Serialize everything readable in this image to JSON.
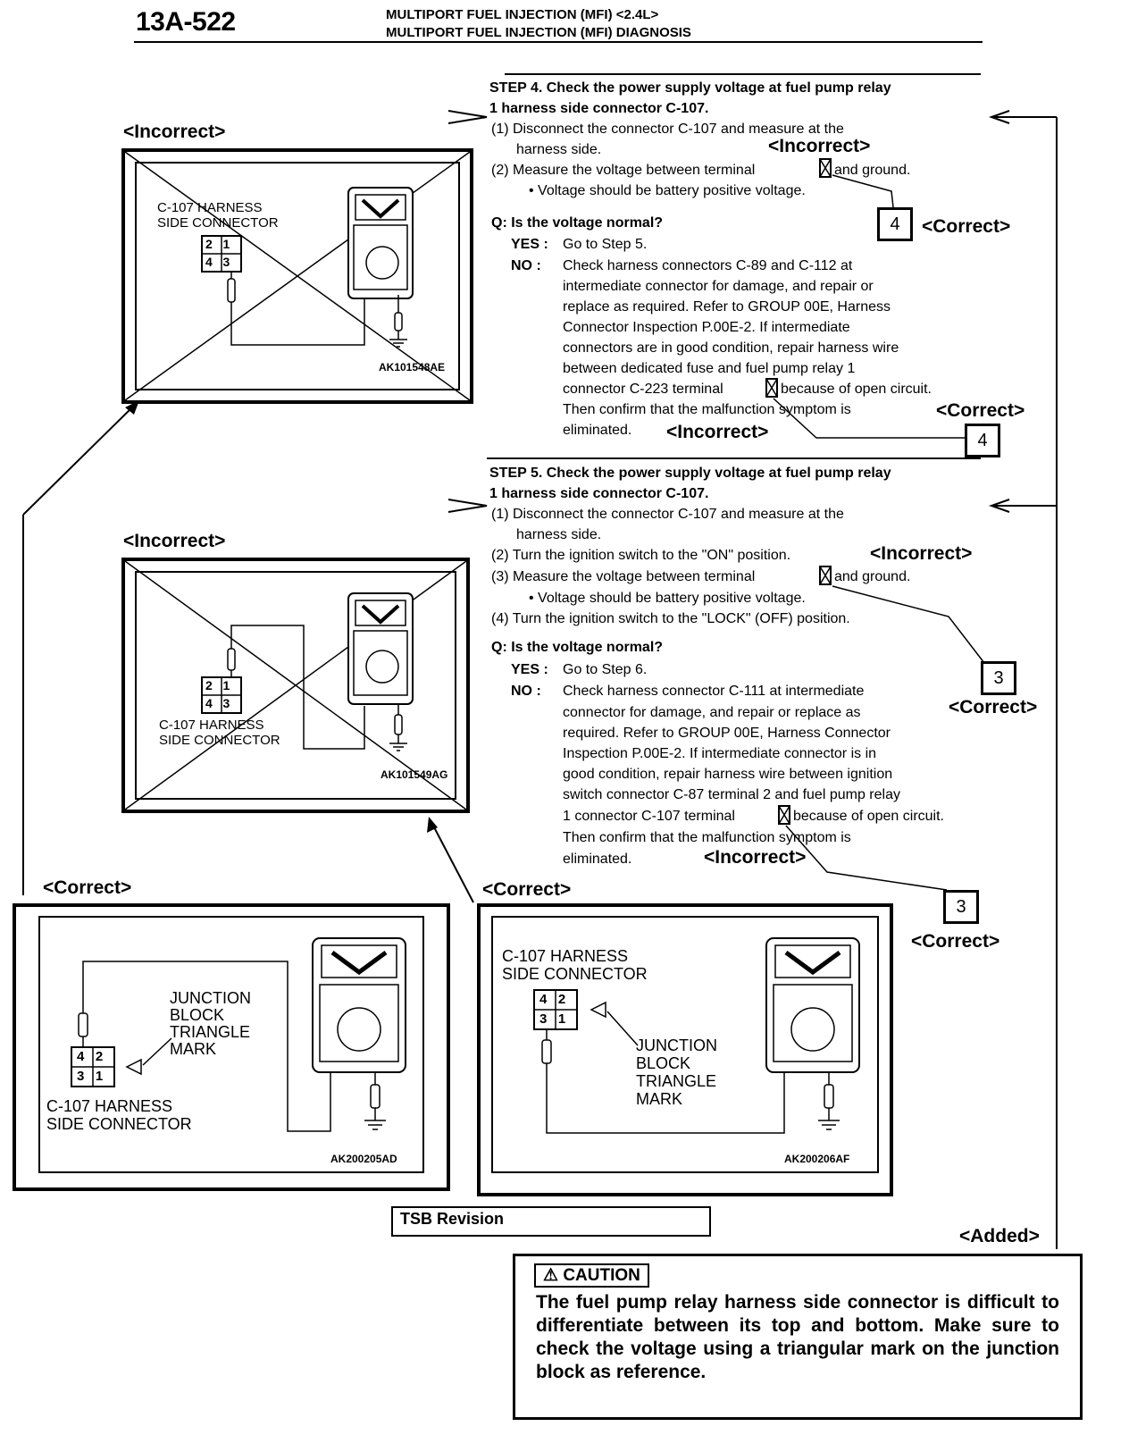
{
  "header": {
    "page_number": "13A-522",
    "line1": "MULTIPORT FUEL INJECTION (MFI) <2.4L>",
    "line2": "MULTIPORT FUEL INJECTION (MFI) DIAGNOSIS"
  },
  "tags": {
    "incorrect": "<Incorrect>",
    "correct": "<Correct>",
    "added": "<Added>"
  },
  "step4": {
    "title_line1": "STEP 4. Check the power supply voltage at fuel pump relay",
    "title_line2": "1 harness side connector C-107.",
    "item1_line1": "(1) Disconnect the connector C-107 and measure at the",
    "item1_line2": "harness side.",
    "item2": "(2) Measure the voltage between terminal",
    "item2_end": "and ground.",
    "bullet": "•  Voltage should be battery positive voltage.",
    "question": "Q: Is the voltage normal?",
    "yes_label": "YES :",
    "yes_text": "Go to Step 5.",
    "no_label": "NO :",
    "no_lines": [
      "Check harness connectors C-89 and C-112 at",
      "intermediate connector for damage, and repair or",
      "replace as required. Refer to GROUP 00E, Harness",
      "Connector Inspection P.00E-2. If intermediate",
      "connectors are in good condition, repair harness wire",
      "between dedicated fuse and fuel pump relay 1",
      "connector C-223 terminal",
      "Then confirm that the malfunction symptom is",
      "eliminated."
    ],
    "no_line7_end": "because of open circuit.",
    "correct_terminal": "4"
  },
  "step5": {
    "title_line1": "STEP 5. Check the power supply voltage at fuel pump relay",
    "title_line2": "1 harness side connector C-107.",
    "item1_line1": "(1) Disconnect the connector C-107 and measure at the",
    "item1_line2": "harness side.",
    "item2": "(2) Turn the ignition switch to the \"ON\" position.",
    "item3": "(3) Measure the voltage between terminal",
    "item3_end": "and ground.",
    "bullet": "•  Voltage should be battery positive voltage.",
    "item4": "(4) Turn the ignition switch to the \"LOCK\" (OFF) position.",
    "question": "Q: Is the voltage normal?",
    "yes_label": "YES :",
    "yes_text": "Go to Step 6.",
    "no_label": "NO :",
    "no_lines": [
      "Check harness connector C-111 at intermediate",
      "connector for damage, and repair or replace as",
      "required. Refer to GROUP 00E, Harness Connector",
      "Inspection P.00E-2. If intermediate connector is in",
      "good condition, repair harness wire between ignition",
      "switch connector C-87 terminal 2 and fuel pump relay",
      "1 connector C-107 terminal",
      "Then confirm that the malfunction symptom is",
      "eliminated."
    ],
    "no_line7_end": "because of open circuit.",
    "correct_terminal": "3"
  },
  "figures": {
    "fig1": {
      "label1": "C-107 HARNESS",
      "label2": "SIDE CONNECTOR",
      "code": "AK101548AE",
      "pins": [
        "2",
        "1",
        "4",
        "3"
      ]
    },
    "fig2": {
      "label1": "C-107 HARNESS",
      "label2": "SIDE CONNECTOR",
      "code": "AK101549AG",
      "pins": [
        "2",
        "1",
        "4",
        "3"
      ]
    },
    "fig3": {
      "junction1": "JUNCTION",
      "junction2": "BLOCK",
      "junction3": "TRIANGLE",
      "junction4": "MARK",
      "label1": "C-107 HARNESS",
      "label2": "SIDE CONNECTOR",
      "code": "AK200205AD",
      "pins": [
        "4",
        "2",
        "3",
        "1"
      ]
    },
    "fig4": {
      "label1": "C-107 HARNESS",
      "label2": "SIDE CONNECTOR",
      "junction1": "JUNCTION",
      "junction2": "BLOCK",
      "junction3": "TRIANGLE",
      "junction4": "MARK",
      "code": "AK200206AF",
      "pins": [
        "4",
        "2",
        "3",
        "1"
      ]
    }
  },
  "footer": {
    "tsb_revision": "TSB Revision"
  },
  "caution": {
    "title": "CAUTION",
    "text": "The fuel pump relay harness side connector is difficult to differentiate between its top and bottom. Make sure to check the voltage using a triangular mark on the junction block as reference."
  }
}
